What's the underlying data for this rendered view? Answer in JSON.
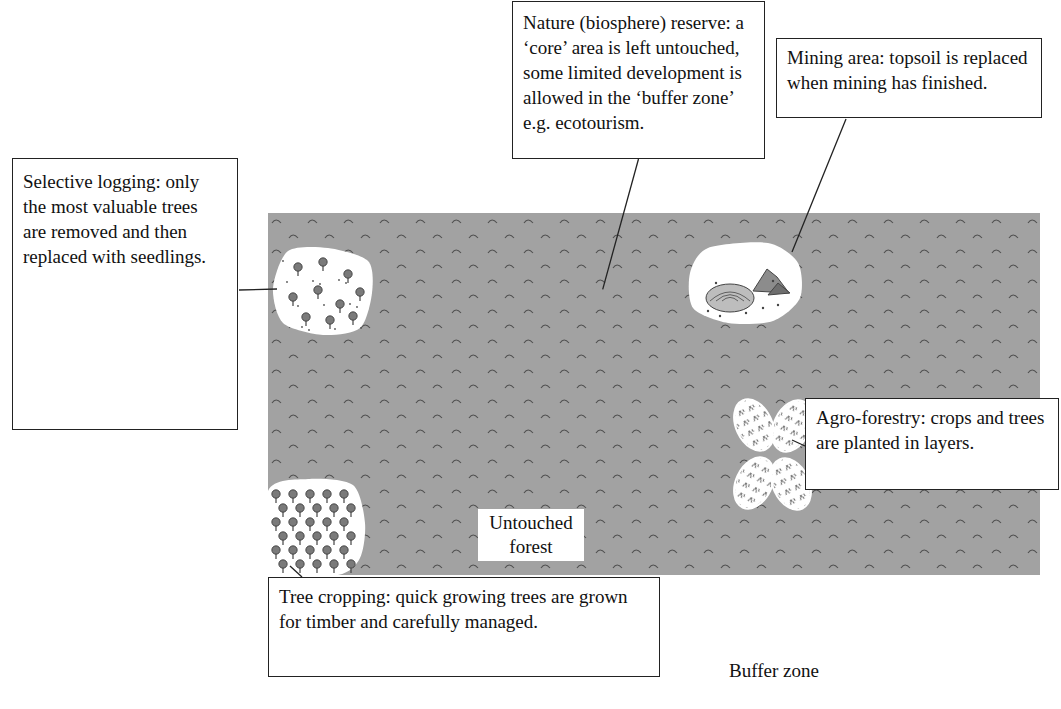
{
  "diagram": {
    "nodes": [
      {
        "text": [
          "Nature (biosphere) reserve: a ‘core’ area is left untouched, some limited development is allowed in the ‘buffer zone’ e.g. ecotourism."
        ]
      },
      {
        "text": [
          "Mining area: topsoil is replaced when mining has finished."
        ]
      },
      {
        "text": [
          "Selective logging: only the most valuable trees are removed and then replaced with seedlings."
        ]
      },
      {
        "text": [
          "Untouched forest"
        ]
      },
      {
        "text": [
          "Buffer zone"
        ],
        "in": 3
      },
      {
        "text": [
          "Agro-forestry: crops and trees are planted in layers."
        ]
      },
      {
        "text": [
          "Tree cropping: quick growing trees are grown for timber and carefully managed."
        ]
      }
    ],
    "edges": [
      {
        "from": 0,
        "to": 4,
        "arrow": "none"
      }
    ]
  }
}
